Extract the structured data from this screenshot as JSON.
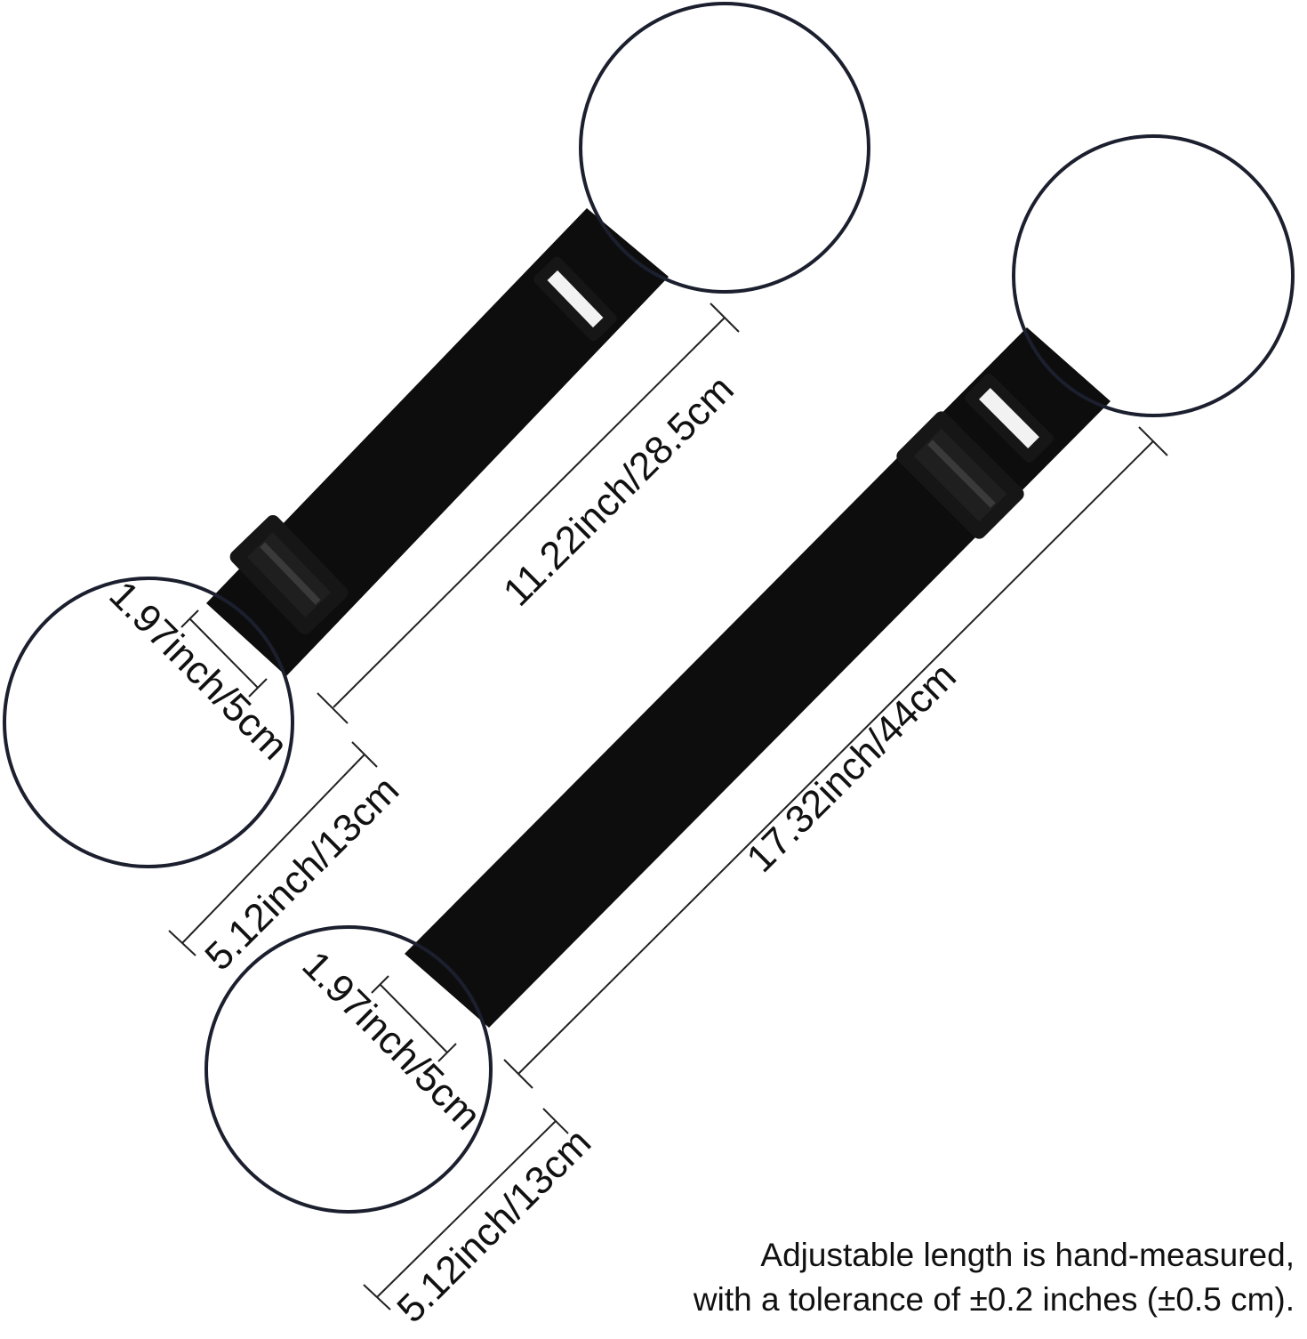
{
  "colors": {
    "strap": "#0d0d0d",
    "ring": "#1b1f2e",
    "buckle": "#161616",
    "dimension_line": "#222222",
    "text": "#111111",
    "background": "#ffffff"
  },
  "short_strap": {
    "length_label": "11.22inch/28.5cm",
    "width_label": "1.97inch/5cm",
    "ring_label": "5.12inch/13cm"
  },
  "long_strap": {
    "length_label": "17.32inch/44cm",
    "width_label": "1.97inch/5cm",
    "ring_label": "5.12inch/13cm"
  },
  "caption": {
    "line1": "Adjustable length is hand-measured,",
    "line2": "with a tolerance of ±0.2 inches (±0.5 cm)."
  }
}
